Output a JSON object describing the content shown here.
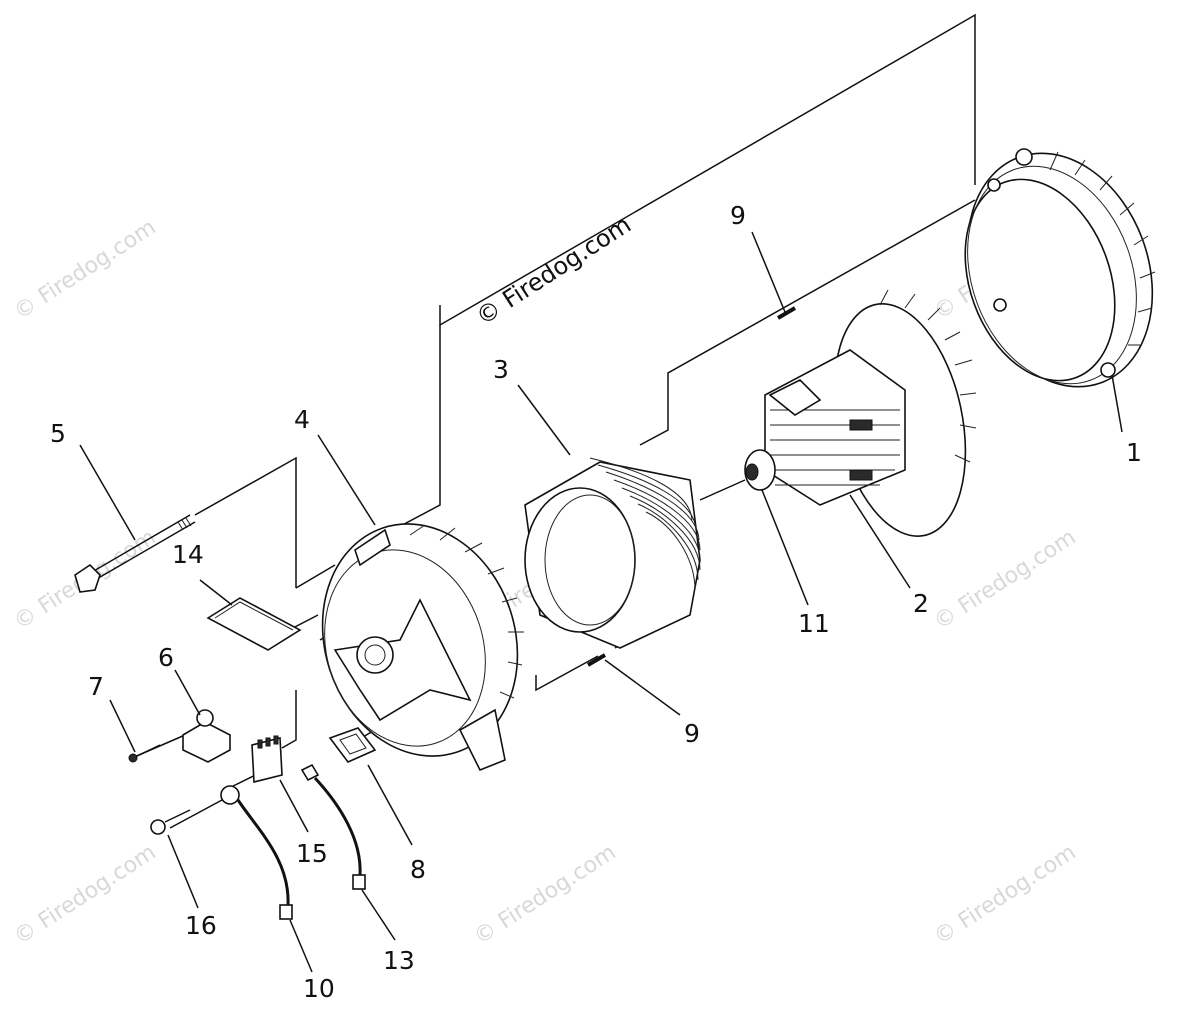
{
  "watermark_main": "© Firedog.com",
  "watermark_faint": "© Firedog.com",
  "callouts": [
    {
      "id": "c1",
      "label": "1"
    },
    {
      "id": "c2",
      "label": "2"
    },
    {
      "id": "c3",
      "label": "3"
    },
    {
      "id": "c4",
      "label": "4"
    },
    {
      "id": "c5",
      "label": "5"
    },
    {
      "id": "c6",
      "label": "6"
    },
    {
      "id": "c7",
      "label": "7"
    },
    {
      "id": "c8",
      "label": "8"
    },
    {
      "id": "c9a",
      "label": "9"
    },
    {
      "id": "c9b",
      "label": "9"
    },
    {
      "id": "c10",
      "label": "10"
    },
    {
      "id": "c11",
      "label": "11"
    },
    {
      "id": "c13",
      "label": "13"
    },
    {
      "id": "c14",
      "label": "14"
    },
    {
      "id": "c15",
      "label": "15"
    },
    {
      "id": "c16",
      "label": "16"
    }
  ]
}
